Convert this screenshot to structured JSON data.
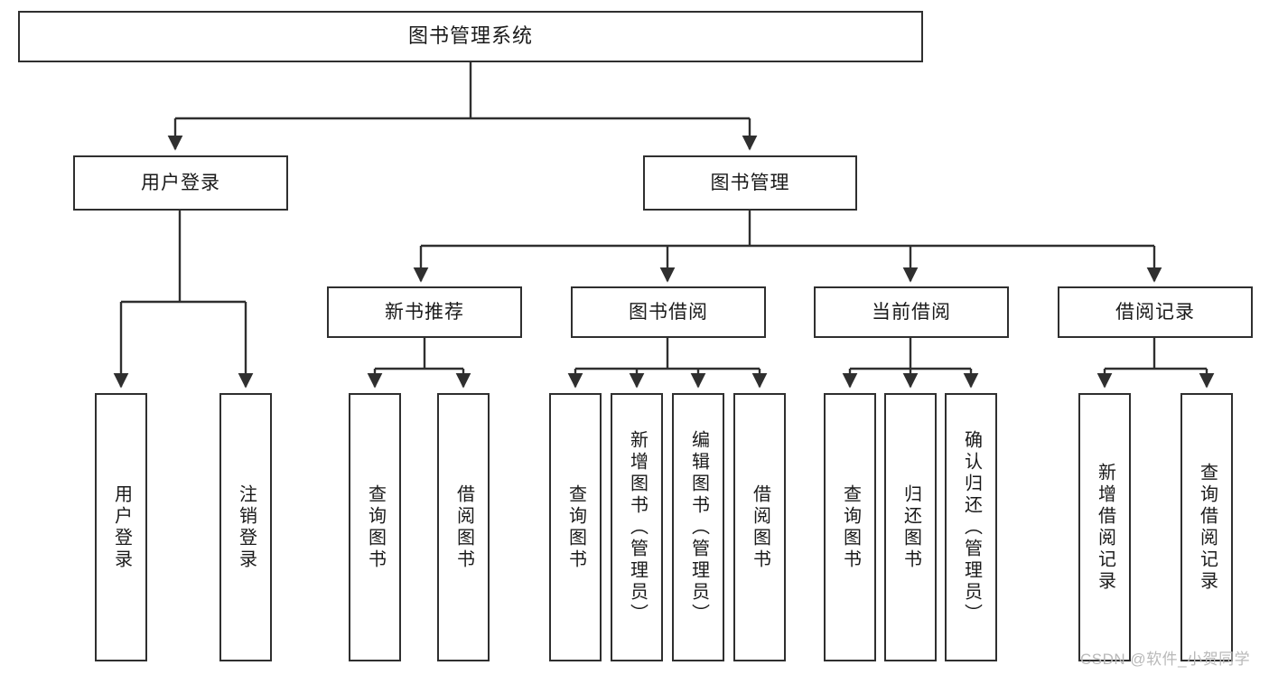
{
  "diagram": {
    "title_text": "图书管理系统",
    "watermark": "CSDN @软件_小贺同学",
    "colors": {
      "stroke": "#2f2f2f",
      "fill": "#ffffff",
      "text": "#1a1a1a",
      "watermark": "#b9b9b9"
    },
    "nodes": {
      "root": {
        "label": "图书管理系统"
      },
      "level1": [
        {
          "id": "user-login",
          "label": "用户登录"
        },
        {
          "id": "book-management",
          "label": "图书管理"
        }
      ],
      "level2": [
        {
          "id": "new-book-recommend",
          "label": "新书推荐"
        },
        {
          "id": "book-borrow",
          "label": "图书借阅"
        },
        {
          "id": "current-borrow",
          "label": "当前借阅"
        },
        {
          "id": "borrow-record",
          "label": "借阅记录"
        }
      ],
      "leaves": {
        "user_login": [
          {
            "id": "leaf-user-login",
            "label": "用户登录"
          },
          {
            "id": "leaf-logout",
            "label": "注销登录"
          }
        ],
        "new_book_recommend": [
          {
            "id": "leaf-query-book-1",
            "label": "查询图书"
          },
          {
            "id": "leaf-borrow-book-1",
            "label": "借阅图书"
          }
        ],
        "book_borrow": [
          {
            "id": "leaf-query-book-2",
            "label": "查询图书"
          },
          {
            "id": "leaf-add-book",
            "label": "新增图书（管理员）"
          },
          {
            "id": "leaf-edit-book",
            "label": "编辑图书（管理员）"
          },
          {
            "id": "leaf-borrow-book-2",
            "label": "借阅图书"
          }
        ],
        "current_borrow": [
          {
            "id": "leaf-query-book-3",
            "label": "查询图书"
          },
          {
            "id": "leaf-return-book",
            "label": "归还图书"
          },
          {
            "id": "leaf-confirm-return",
            "label": "确认归还（管理员）"
          }
        ],
        "borrow_record": [
          {
            "id": "leaf-add-record",
            "label": "新增借阅记录"
          },
          {
            "id": "leaf-query-record",
            "label": "查询借阅记录"
          }
        ]
      }
    }
  }
}
